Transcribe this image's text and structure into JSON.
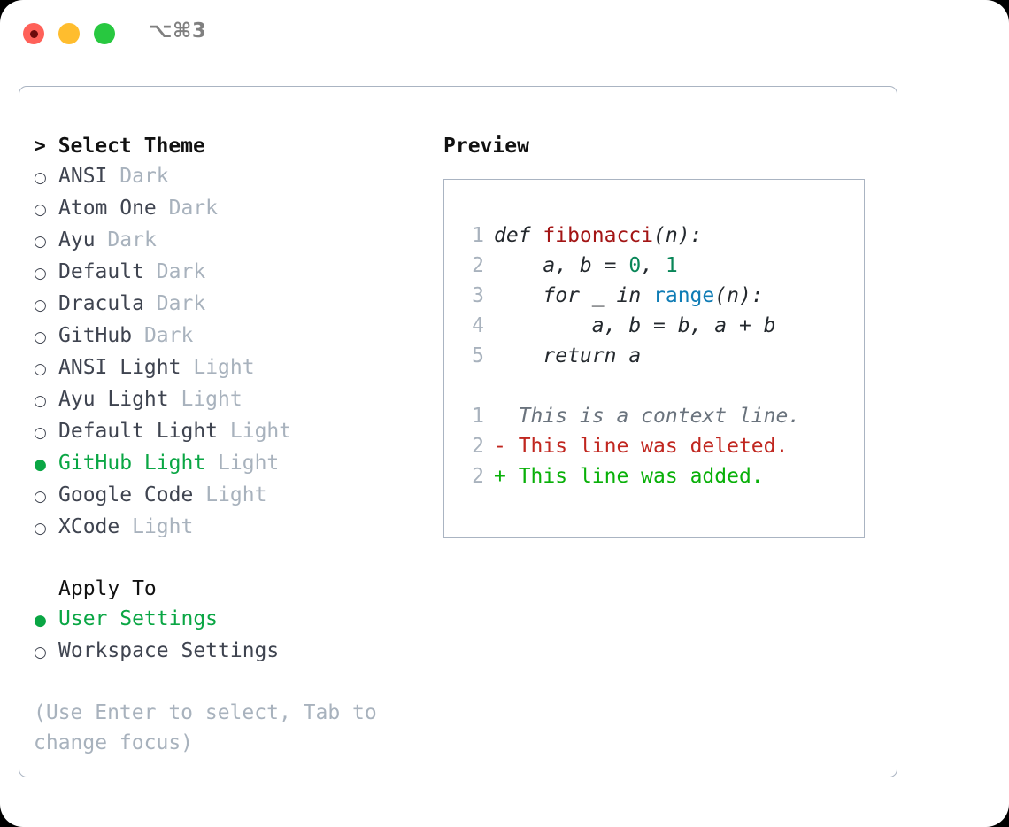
{
  "titlebar": {
    "shortcut": "⌥⌘3",
    "buttons": [
      {
        "name": "close",
        "color": "#ff6159"
      },
      {
        "name": "minimize",
        "color": "#ffbd2e"
      },
      {
        "name": "maximize",
        "color": "#28c840"
      }
    ]
  },
  "theme_picker": {
    "heading": "> Select Theme",
    "selected_marker": "●",
    "unselected_marker": "○",
    "accent_color": "#0aa644",
    "items": [
      {
        "name": "ANSI",
        "category": "Dark",
        "selected": false
      },
      {
        "name": "Atom One",
        "category": "Dark",
        "selected": false
      },
      {
        "name": "Ayu",
        "category": "Dark",
        "selected": false
      },
      {
        "name": "Default",
        "category": "Dark",
        "selected": false
      },
      {
        "name": "Dracula",
        "category": "Dark",
        "selected": false
      },
      {
        "name": "GitHub",
        "category": "Dark",
        "selected": false
      },
      {
        "name": "ANSI Light",
        "category": "Light",
        "selected": false
      },
      {
        "name": "Ayu Light",
        "category": "Light",
        "selected": false
      },
      {
        "name": "Default Light",
        "category": "Light",
        "selected": false
      },
      {
        "name": "GitHub Light",
        "category": "Light",
        "selected": true
      },
      {
        "name": "Google Code",
        "category": "Light",
        "selected": false
      },
      {
        "name": "XCode",
        "category": "Light",
        "selected": false
      }
    ]
  },
  "apply_to": {
    "heading": "Apply To",
    "items": [
      {
        "name": "User Settings",
        "selected": true
      },
      {
        "name": "Workspace Settings",
        "selected": false
      }
    ]
  },
  "hint": "(Use Enter to select, Tab to change focus)",
  "preview": {
    "heading": "Preview",
    "code_lines": [
      {
        "no": "1",
        "segments": [
          {
            "text": "def ",
            "style": "plain"
          },
          {
            "text": "fibonacci",
            "style": "fn"
          },
          {
            "text": "(n):",
            "style": "plain"
          }
        ]
      },
      {
        "no": "2",
        "segments": [
          {
            "text": "    a, b = ",
            "style": "plain"
          },
          {
            "text": "0",
            "style": "num"
          },
          {
            "text": ", ",
            "style": "plain"
          },
          {
            "text": "1",
            "style": "num"
          }
        ]
      },
      {
        "no": "3",
        "segments": [
          {
            "text": "    for _ in ",
            "style": "plain"
          },
          {
            "text": "range",
            "style": "call"
          },
          {
            "text": "(n):",
            "style": "plain"
          }
        ]
      },
      {
        "no": "4",
        "segments": [
          {
            "text": "        a, b = b, a + b",
            "style": "plain"
          }
        ]
      },
      {
        "no": "5",
        "segments": [
          {
            "text": "    return a",
            "style": "plain"
          }
        ]
      }
    ],
    "diff_lines": [
      {
        "no": "1",
        "marker": "  ",
        "text": "This is a context line.",
        "kind": "context"
      },
      {
        "no": "2",
        "marker": "- ",
        "text": "This line was deleted.",
        "kind": "deleted"
      },
      {
        "no": "2",
        "marker": "+ ",
        "text": "This line was added.",
        "kind": "added"
      }
    ]
  }
}
